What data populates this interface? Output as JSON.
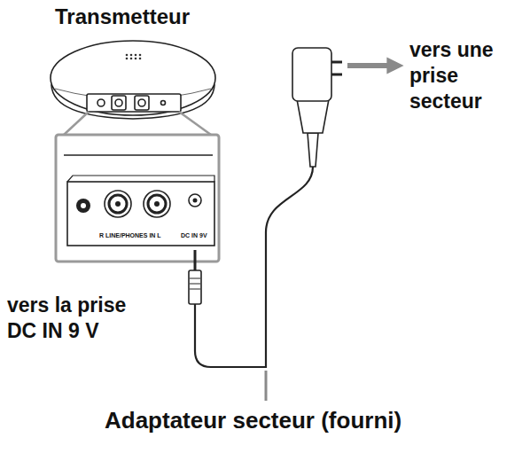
{
  "diagram": {
    "labels": [
      "Transmetteur",
      "R LINE/PHONES IN L",
      "DC IN 9V",
      "vers une prise secteur",
      "vers la prise DC IN 9 V",
      "Adaptateur secteur (fourni)"
    ]
  }
}
